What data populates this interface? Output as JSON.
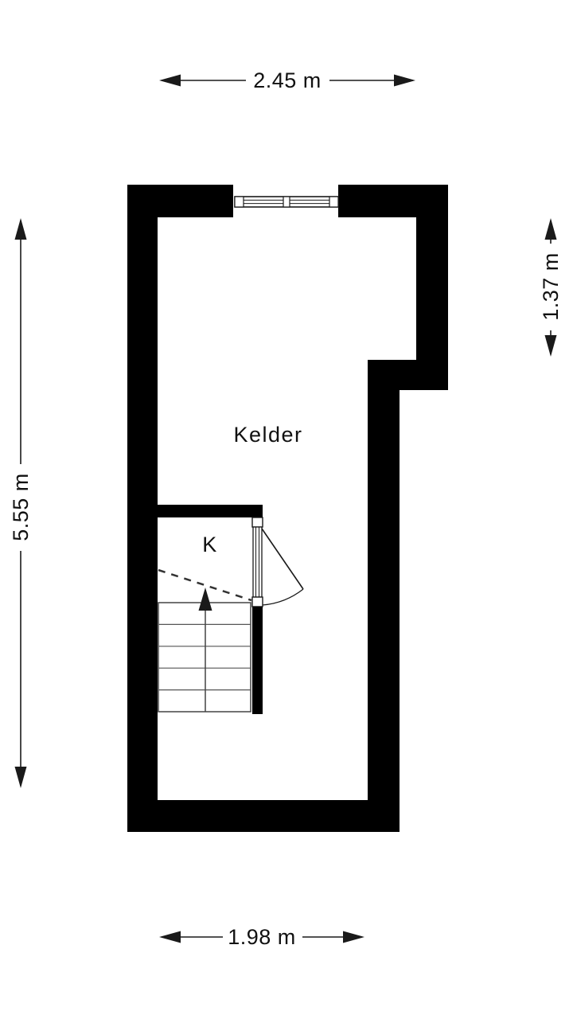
{
  "plan": {
    "rooms": {
      "main": {
        "label": "Kelder"
      },
      "stairwell": {
        "label": "K"
      }
    },
    "dimensions": {
      "top_width": "2.45 m",
      "bottom_width": "1.98 m",
      "left_height": "5.55 m",
      "right_height": "1.37 m"
    },
    "colors": {
      "wall": "#000000",
      "line": "#1a1a1a",
      "stair_line": "#555555",
      "background": "#ffffff"
    }
  }
}
